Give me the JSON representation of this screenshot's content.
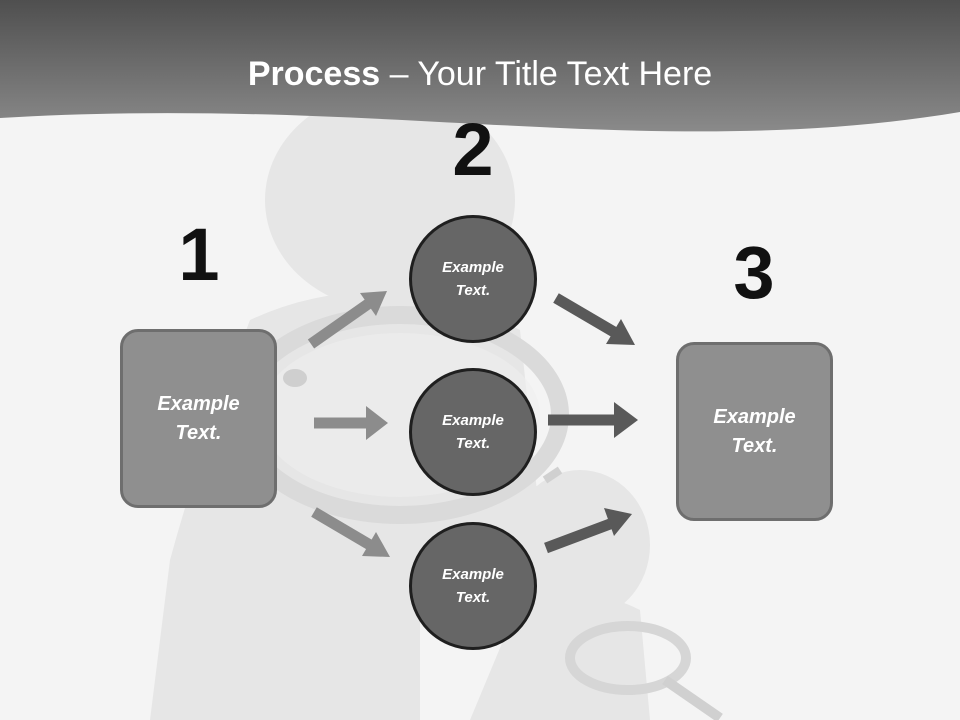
{
  "title": {
    "bold": "Process",
    "dash": " – ",
    "rest": "Your Title Text Here"
  },
  "steps": {
    "one": "1",
    "two": "2",
    "three": "3"
  },
  "left_box": {
    "text": "Example Text."
  },
  "right_box": {
    "text": "Example Text."
  },
  "circles": [
    {
      "text": "Example Text."
    },
    {
      "text": "Example Text."
    },
    {
      "text": "Example Text."
    }
  ],
  "colors": {
    "header": "#6a6a6a",
    "box_fill": "#8f8f8f",
    "circle_fill": "#666666",
    "arrow_light": "#8c8c8c",
    "arrow_dark": "#595959"
  },
  "background_image": "white-3d-figures-with-magnifying-glass"
}
